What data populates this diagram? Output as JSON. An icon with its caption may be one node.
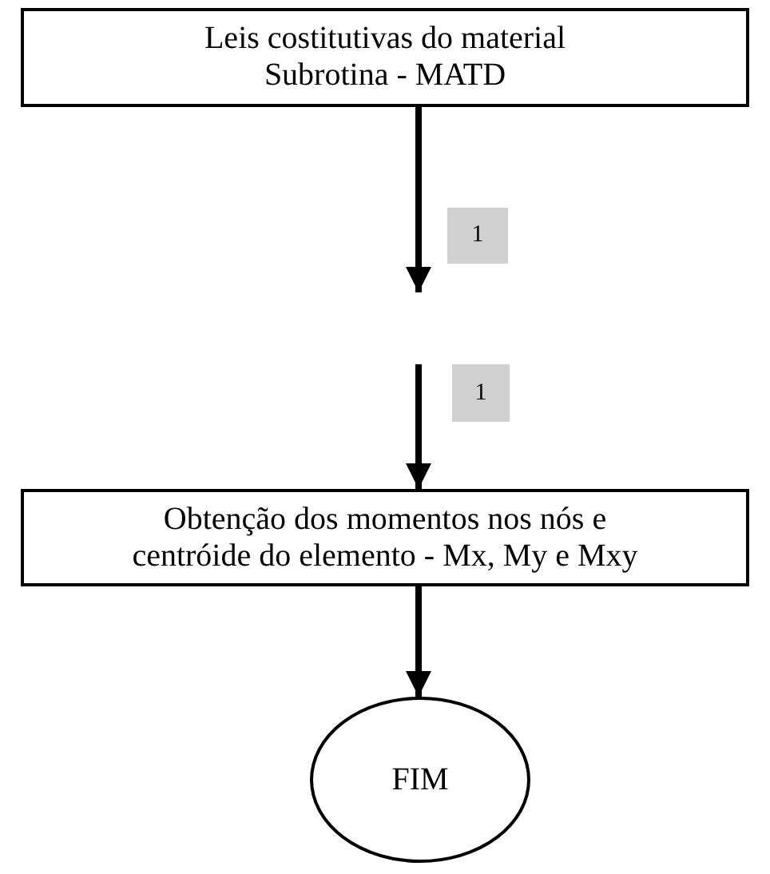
{
  "diagram": {
    "nodes": [
      {
        "text": [
          "Leis costitutivas do material Subrotina - MATD"
        ]
      },
      {
        "text": [
          "1"
        ]
      },
      {
        "text": [
          "1"
        ]
      },
      {
        "text": [
          "Obtenção dos momentos nos nós e centróide do elemento - Mx, My e Mxy"
        ]
      },
      {
        "text": [
          "FIM"
        ]
      }
    ],
    "edges": [
      {
        "from": 0,
        "to": 1,
        "arrow": "to"
      },
      {
        "from": 2,
        "to": 3,
        "arrow": "to"
      },
      {
        "from": 3,
        "to": 4,
        "arrow": "to"
      }
    ]
  }
}
